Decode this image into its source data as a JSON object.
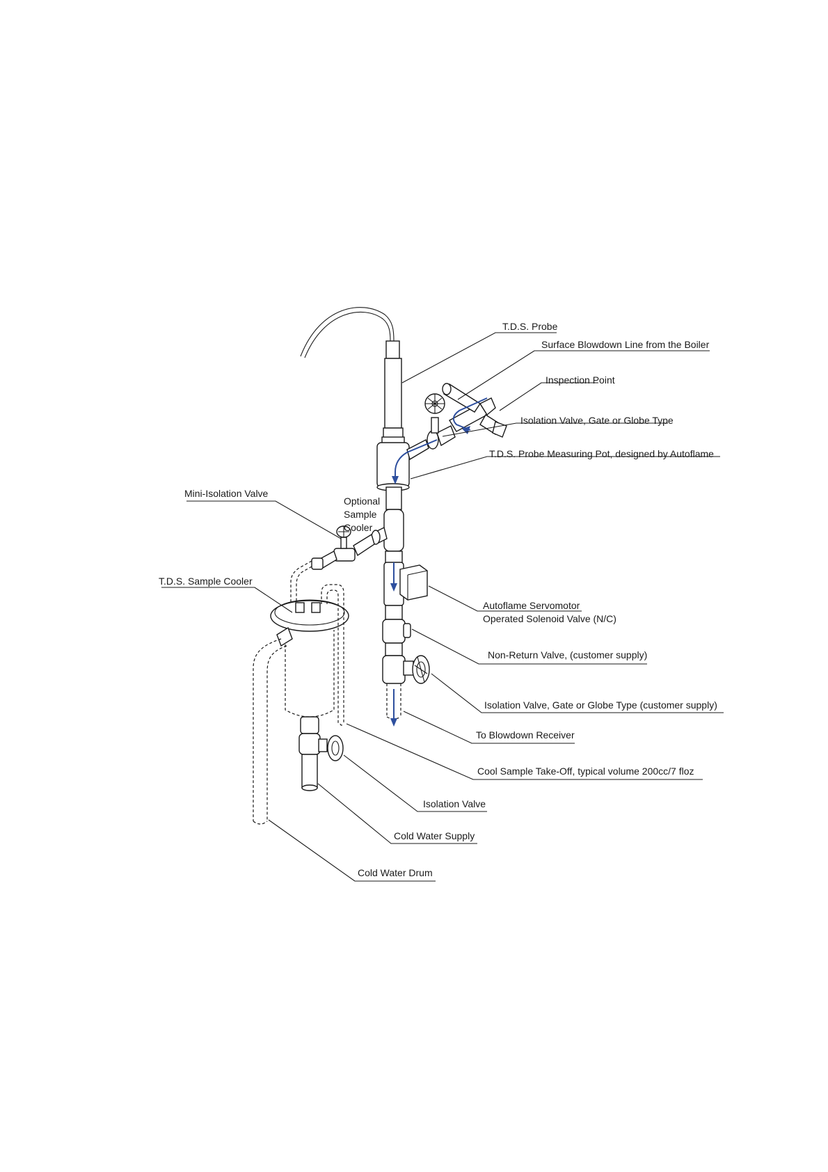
{
  "colors": {
    "line": "#1a1a1a",
    "flow": "#2e4f9e",
    "background": "#ffffff"
  },
  "labels": {
    "tds_probe": "T.D.S. Probe",
    "surface_blowdown": "Surface Blowdown Line from the Boiler",
    "inspection_point": "Inspection Point",
    "isolation_valve_top": "Isolation Valve, Gate or Globe Type",
    "measuring_pot": "T.D.S. Probe Measuring Pot, designed by Autoflame",
    "mini_isolation_valve": "Mini-Isolation Valve",
    "optional_sample_cooler": [
      "Optional",
      "Sample",
      "Cooler"
    ],
    "tds_sample_cooler": "T.D.S. Sample Cooler",
    "solenoid_valve": [
      "Autoflame Servomotor",
      "Operated Solenoid Valve (N/C)"
    ],
    "non_return_valve": "Non-Return Valve, (customer supply)",
    "isolation_valve_customer": "Isolation Valve, Gate or Globe Type (customer supply)",
    "blowdown_receiver": "To Blowdown Receiver",
    "cool_sample": "Cool Sample Take-Off, typical volume 200cc/7 floz",
    "isolation_valve": "Isolation Valve",
    "cold_water_supply": "Cold Water Supply",
    "cold_water_drum": "Cold Water Drum"
  }
}
